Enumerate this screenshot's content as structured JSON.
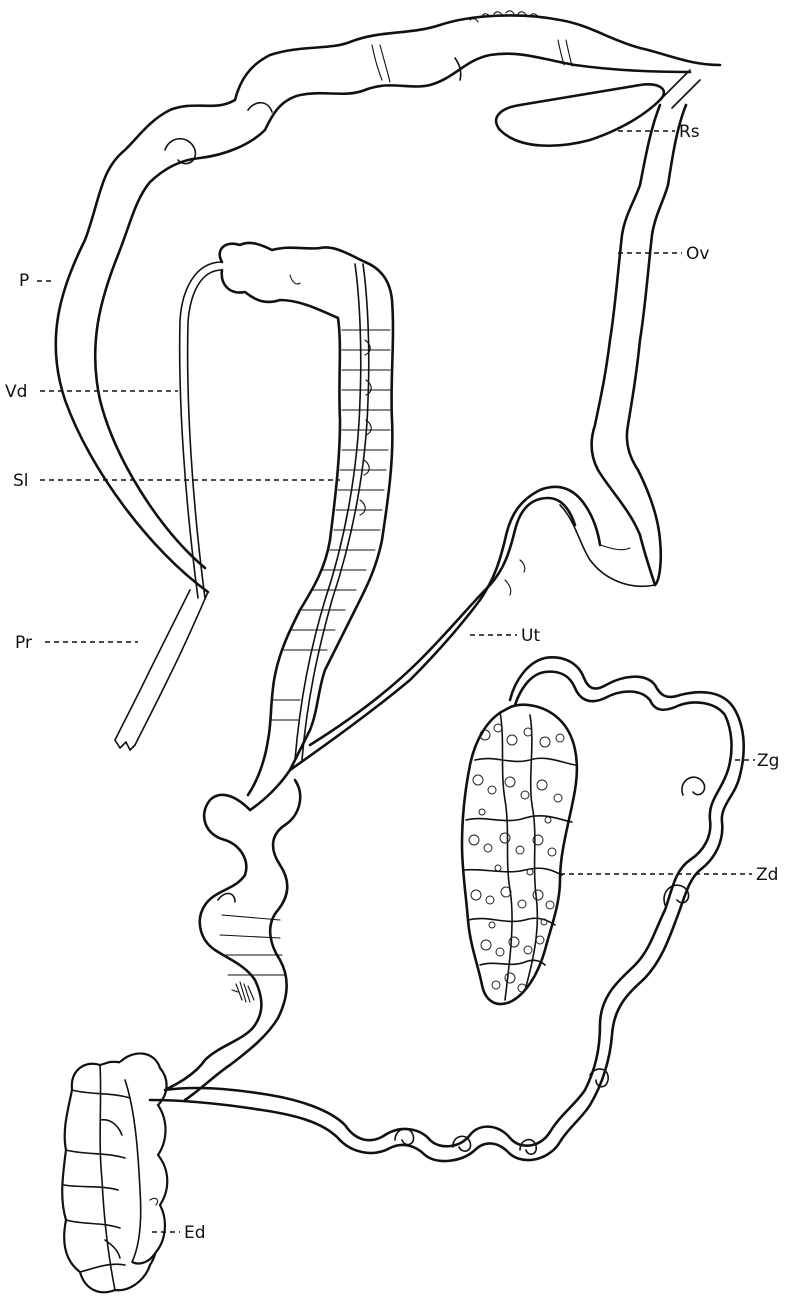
{
  "figure": {
    "labels": {
      "rs": "Rs",
      "ov": "Ov",
      "p": "P",
      "vd": "Vd",
      "sl": "Sl",
      "pr": "Pr",
      "ut": "Ut",
      "zg": "Zg",
      "zd": "Zd",
      "ed": "Ed"
    }
  }
}
